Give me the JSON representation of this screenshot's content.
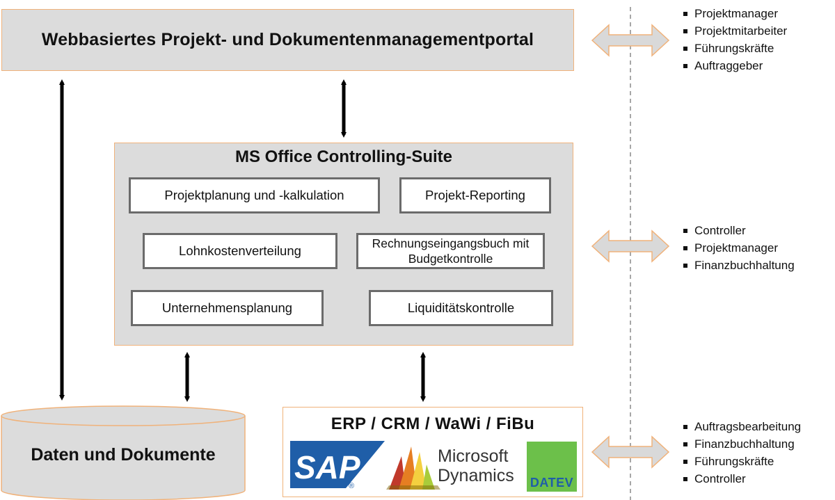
{
  "portal": {
    "title": "Webbasiertes Projekt- und Dokumentenmanagementportal"
  },
  "suite": {
    "title": "MS Office Controlling-Suite",
    "modules": [
      "Projektplanung und -kalkulation",
      "Projekt-Reporting",
      "Lohnkostenverteilung",
      "Rechnungseingangsbuch mit Budgetkontrolle",
      "Unternehmensplanung",
      "Liquiditätskontrolle"
    ]
  },
  "database": {
    "label": "Daten und Dokumente"
  },
  "erp": {
    "title": "ERP / CRM / WaWi / FiBu",
    "logos": {
      "sap": "SAP",
      "sap_mark": "®",
      "microsoft_line1": "Microsoft",
      "microsoft_line2": "Dynamics",
      "datev": "DATEV"
    }
  },
  "user_groups": [
    [
      "Projektmanager",
      "Projektmitarbeiter",
      "Führungskräfte",
      "Auftraggeber"
    ],
    [
      "Controller",
      "Projektmanager",
      "Finanzbuchhaltung"
    ],
    [
      "Auftragsbearbeitung",
      "Finanzbuchhaltung",
      "Führungskräfte",
      "Controller"
    ]
  ],
  "colors": {
    "box_fill": "#dcdcdc",
    "box_border": "#f0b27a",
    "module_border": "#6b6b6b",
    "sap_blue": "#1f5ea8",
    "datev_green": "#6cc04a",
    "arrow_fill": "#d9d9d9"
  },
  "icons": [
    "double-arrow-icon",
    "bullet-square-icon"
  ]
}
